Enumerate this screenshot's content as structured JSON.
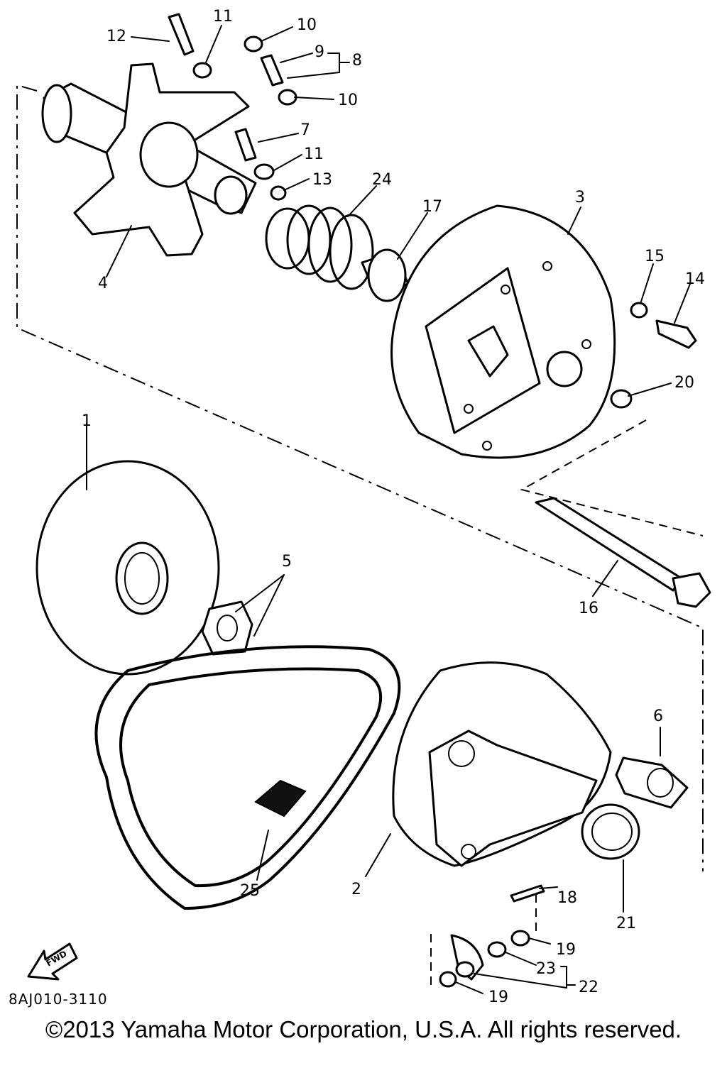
{
  "diagram_code": "8AJ010-3110",
  "copyright": "©2013 Yamaha Motor Corporation, U.S.A. All rights reserved.",
  "fwd_label": "FWD",
  "callouts": {
    "c1": "1",
    "c2": "2",
    "c3": "3",
    "c4": "4",
    "c5": "5",
    "c6": "6",
    "c7": "7",
    "c8": "8",
    "c9": "9",
    "c10a": "10",
    "c10b": "10",
    "c11a": "11",
    "c11b": "11",
    "c12": "12",
    "c13": "13",
    "c14": "14",
    "c15": "15",
    "c16": "16",
    "c17": "17",
    "c18": "18",
    "c19a": "19",
    "c19b": "19",
    "c20": "20",
    "c21": "21",
    "c22": "22",
    "c23": "23",
    "c24": "24",
    "c25": "25"
  }
}
